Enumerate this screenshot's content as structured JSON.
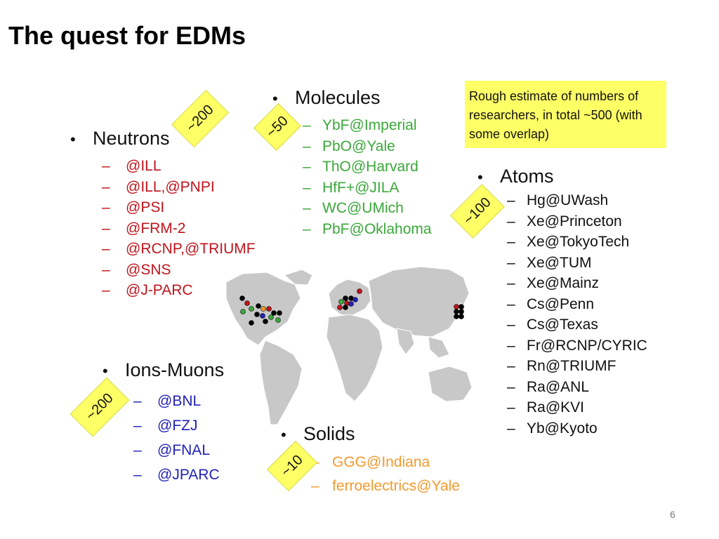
{
  "slide": {
    "title": "The quest for EDMs",
    "page_number": "6"
  },
  "note": "Rough estimate of numbers of researchers, in total ~500 (with some overlap)",
  "stickers": {
    "neutrons": "~200",
    "molecules": "~50",
    "atoms": "~100",
    "ions_muons": "~200",
    "solids": "~10"
  },
  "sections": {
    "neutrons": {
      "heading": "Neutrons",
      "items": [
        "@ILL",
        "@ILL,@PNPI",
        "@PSI",
        "@FRM-2",
        "@RCNP,@TRIUMF",
        "@SNS",
        "@J-PARC"
      ]
    },
    "molecules": {
      "heading": "Molecules",
      "items": [
        "YbF@Imperial",
        "PbO@Yale",
        "ThO@Harvard",
        "HfF+@JILA",
        "WC@UMich",
        "PbF@Oklahoma"
      ]
    },
    "atoms": {
      "heading": "Atoms",
      "items": [
        "Hg@UWash",
        "Xe@Princeton",
        "Xe@TokyoTech",
        "Xe@TUM",
        "Xe@Mainz",
        "Cs@Penn",
        "Cs@Texas",
        "Fr@RCNP/CYRIC",
        "Rn@TRIUMF",
        "Ra@ANL",
        "Ra@KVI",
        "Yb@Kyoto"
      ]
    },
    "ions_muons": {
      "heading": "Ions-Muons",
      "items": [
        "@BNL",
        "@FZJ",
        "@FNAL",
        "@JPARC"
      ]
    },
    "solids": {
      "heading": "Solids",
      "items": [
        "GGG@Indiana",
        "ferroelectrics@Yale"
      ]
    }
  },
  "colors": {
    "neutrons": "#c0141c",
    "molecules": "#3aa83a",
    "ions_muons": "#2222b8",
    "solids": "#f39a2e",
    "atoms": "#111111",
    "sticker": "#ffff66",
    "map_land": "#c8c8c8"
  }
}
